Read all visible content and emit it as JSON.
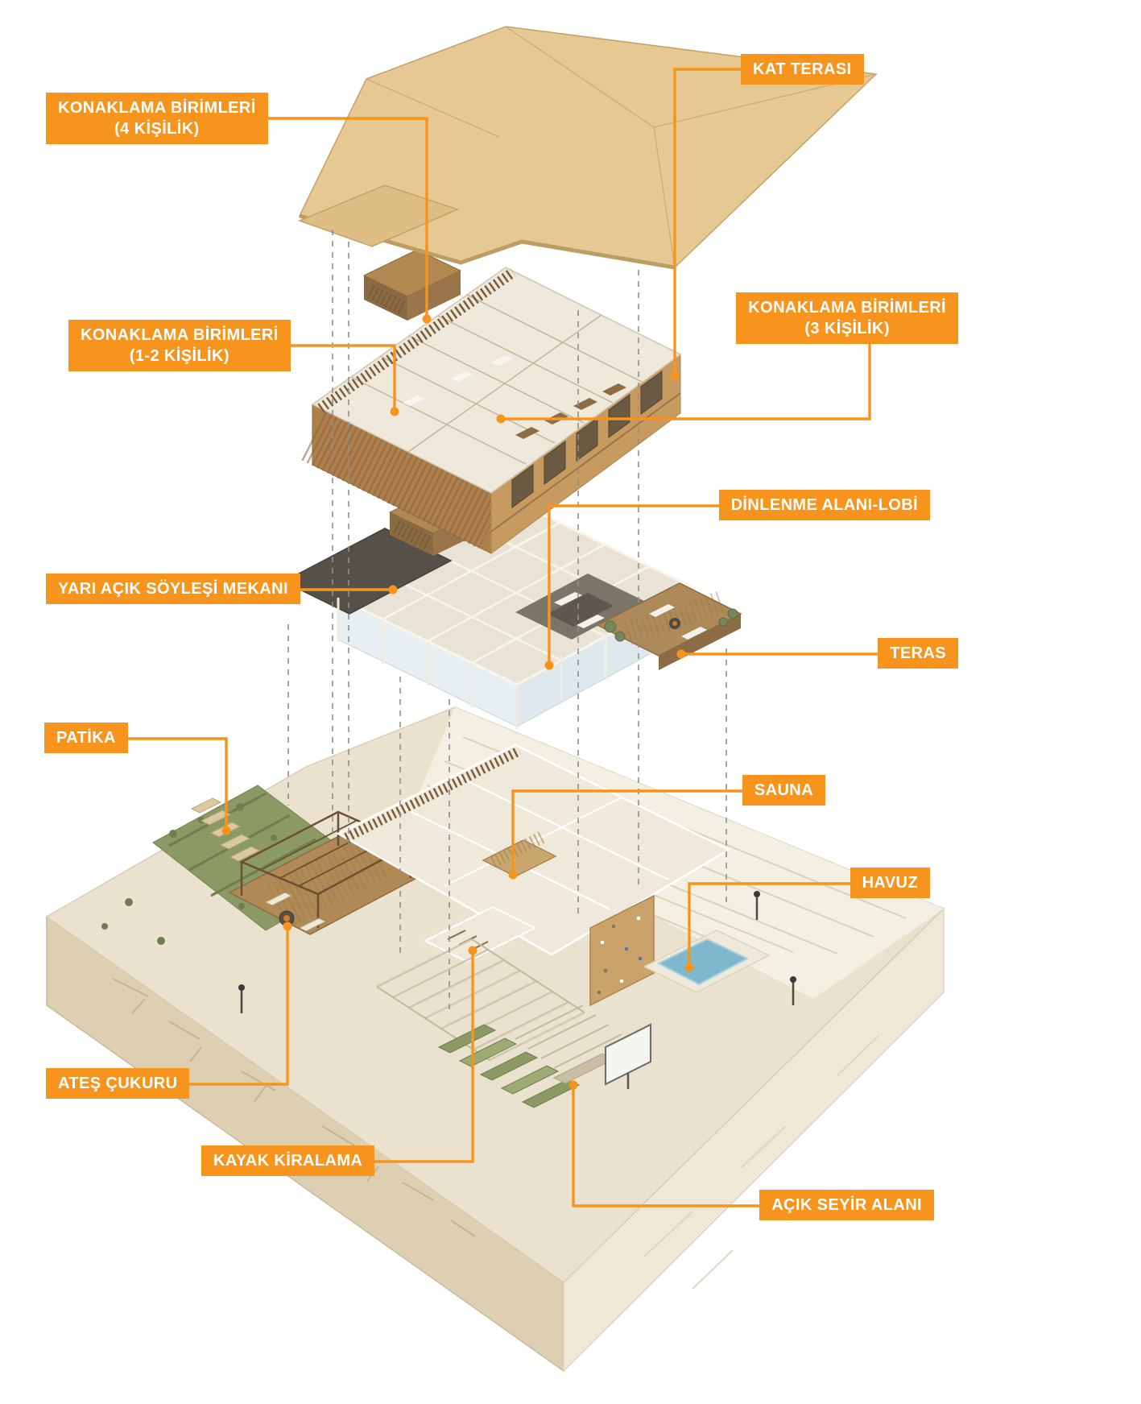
{
  "page": {
    "type": "exploded-axonometric-architectural-diagram",
    "background": "#ffffff"
  },
  "colors": {
    "accent": "#F7941D",
    "roof": "#E6C992",
    "wood_light": "#C79A5F",
    "wood_dark": "#8A6A42",
    "concrete": "#EFE9DC",
    "site_ground": "#EAE2CF",
    "cliff": "#DCCFB2",
    "pool_water": "#7FB8CC",
    "vegetation": "#8B9A64",
    "canopy_dark": "#555149"
  },
  "labels": {
    "kat_terasi": "KAT TERASI",
    "konaklama_4": "KONAKLAMA BİRİMLERİ\n(4 KİŞİLİK)",
    "konaklama_3": "KONAKLAMA BİRİMLERİ\n(3 KİŞİLİK)",
    "konaklama_12": "KONAKLAMA BİRİMLERİ\n(1-2 KİŞİLİK)",
    "dinlenme": "DİNLENME ALANI-LOBİ",
    "yari_acik": "YARI AÇIK SÖYLEŞİ MEKANI",
    "teras": "TERAS",
    "patika": "PATİKA",
    "sauna": "SAUNA",
    "havuz": "HAVUZ",
    "ates_cukuru": "ATEŞ ÇUKURU",
    "kayak_kiralama": "KAYAK KİRALAMA",
    "acik_seyir": "AÇIK SEYİR ALANI"
  }
}
